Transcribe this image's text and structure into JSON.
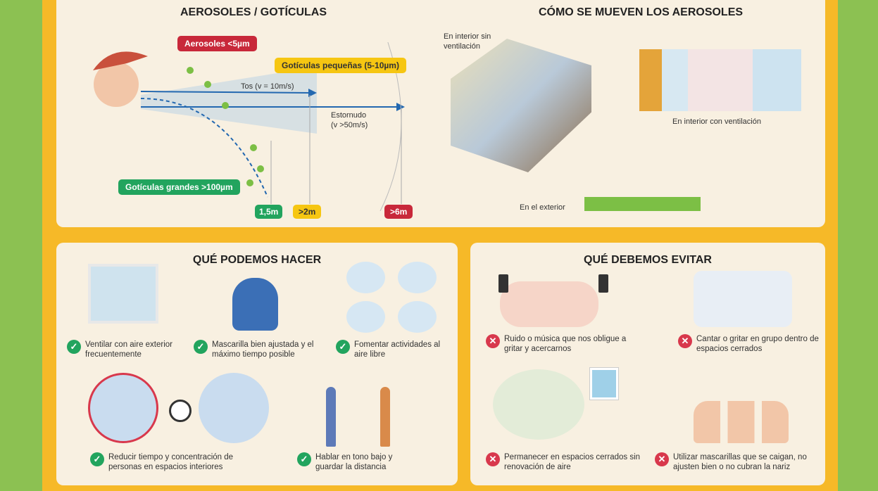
{
  "top_left": {
    "title": "AEROSOLES / GOTÍCULAS",
    "aerosoles": "Aerosoles <5µm",
    "goticulas_pequenas": "Gotículas pequeñas (5-10µm)",
    "goticulas_grandes": "Gotículas grandes >100µm",
    "tos": "Tos (v = 10m/s)",
    "estornudo": "Estornudo",
    "estornudo_v": "(v >50m/s)",
    "dist_1": "1,5m",
    "dist_2": ">2m",
    "dist_3": ">6m"
  },
  "top_right": {
    "title": "CÓMO SE MUEVEN LOS AEROSOLES",
    "interior_sin": "En interior sin ventilación",
    "interior_con": "En interior con ventilación",
    "exterior": "En el exterior"
  },
  "bottom_left": {
    "title": "QUÉ PODEMOS HACER",
    "items": [
      "Ventilar con aire exterior frecuentemente",
      "Mascarilla bien ajustada y el máximo tiempo posible",
      "Fomentar actividades al aire libre",
      "Reducir tiempo y concentración de personas en espacios interiores",
      "Hablar en tono bajo y guardar la distancia"
    ]
  },
  "bottom_right": {
    "title": "QUÉ DEBEMOS EVITAR",
    "items": [
      "Ruido o música que nos obligue a gritar y acercarnos",
      "Cantar o gritar en grupo dentro de espacios cerrados",
      "Permanecer en espacios cerrados sin renovación de aire",
      "Utilizar mascarillas que se caigan, no ajusten bien o no cubran la nariz"
    ]
  },
  "colors": {
    "red": "#c8283a",
    "yellow": "#f6c612",
    "green": "#22a45e",
    "frame": "#f6b928",
    "panel": "#f8f0e1"
  }
}
